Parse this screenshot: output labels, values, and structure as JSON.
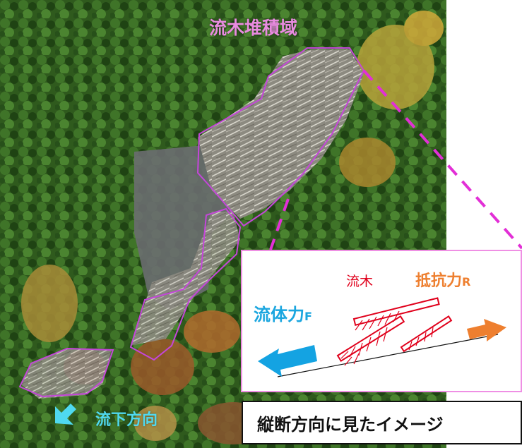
{
  "photo": {
    "labels": {
      "deposition_area": "流木堆積域",
      "downstream_direction": "流下方向"
    },
    "colors": {
      "deposition_outline": "#c446d9",
      "dash_line": "#e22fd6",
      "downstream_arrow": "#4fd9f0"
    },
    "icons": [
      "downstream-arrow-icon"
    ]
  },
  "inset": {
    "fluid_force_label": "流体力",
    "fluid_force_symbol": "F",
    "driftwood_label": "流木",
    "resistance_label": "抵抗力",
    "resistance_symbol": "R",
    "colors": {
      "fluid_arrow": "#14a3e2",
      "resistance_arrow": "#ee7f2f",
      "driftwood": "#e0001b",
      "border": "#ef8fe4"
    }
  },
  "caption": {
    "text": "縦断方向に見たイメージ"
  }
}
